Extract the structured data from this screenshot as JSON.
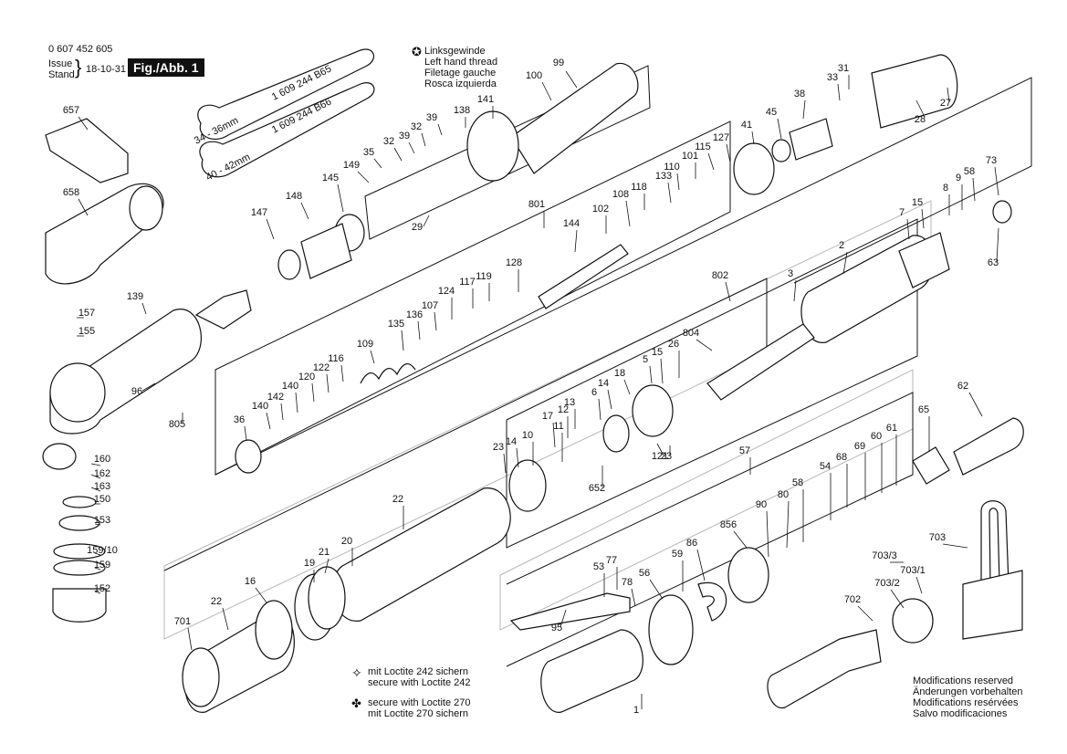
{
  "header": {
    "part_number": "0 607 452 605",
    "issue_label": "Issue",
    "stand_label": "Stand",
    "date": "18-10-31",
    "figure": "Fig./Abb. 1"
  },
  "thread_legend": {
    "symbol": "✪",
    "lines": [
      "Linksgewinde",
      "Left hand thread",
      "Filetage gauche",
      "Rosca izquierda"
    ]
  },
  "loctite_notes": [
    {
      "symbol": "✧",
      "lines": [
        "mit Loctite 242 sichern",
        "secure with Loctite 242"
      ]
    },
    {
      "symbol": "✤",
      "lines": [
        "secure with Loctite 270",
        "mit Loctite 270 sichern"
      ]
    }
  ],
  "modifications": [
    "Modifications reserved",
    "Änderungen vorbehalten",
    "Modifications resérvées",
    "Salvo modificaciones"
  ],
  "wrenches": [
    "1 609 244 B65",
    "1 609 244 B66",
    "34 - 36mm",
    "40 - 42mm"
  ],
  "labels": [
    "99",
    "100",
    "141",
    "138",
    "39",
    "32",
    "39",
    "32",
    "35",
    "149",
    "29",
    "148",
    "145",
    "147",
    "657",
    "658",
    "139",
    "157",
    "155",
    "96",
    "805",
    "160",
    "162",
    "163",
    "150",
    "153",
    "159/10",
    "159",
    "152",
    "801",
    "144",
    "102",
    "108",
    "118",
    "133",
    "110",
    "101",
    "115",
    "127",
    "41",
    "45",
    "38",
    "33",
    "31",
    "28",
    "27",
    "128",
    "119",
    "117",
    "124",
    "107",
    "136",
    "135",
    "109",
    "116",
    "122",
    "120",
    "140",
    "142",
    "140",
    "36",
    "802",
    "3",
    "804",
    "2",
    "7",
    "15",
    "8",
    "9",
    "58",
    "73",
    "63",
    "26",
    "5",
    "15",
    "23",
    "18",
    "14",
    "6",
    "13",
    "12",
    "17",
    "11",
    "10",
    "14",
    "23",
    "121",
    "652",
    "62",
    "65",
    "61",
    "60",
    "69",
    "68",
    "54",
    "58",
    "80",
    "90",
    "856",
    "57",
    "86",
    "59",
    "56",
    "78",
    "77",
    "53",
    "95",
    "1",
    "22",
    "20",
    "21",
    "19",
    "16",
    "22",
    "701",
    "703",
    "703/3",
    "703/1",
    "703/2",
    "702"
  ]
}
